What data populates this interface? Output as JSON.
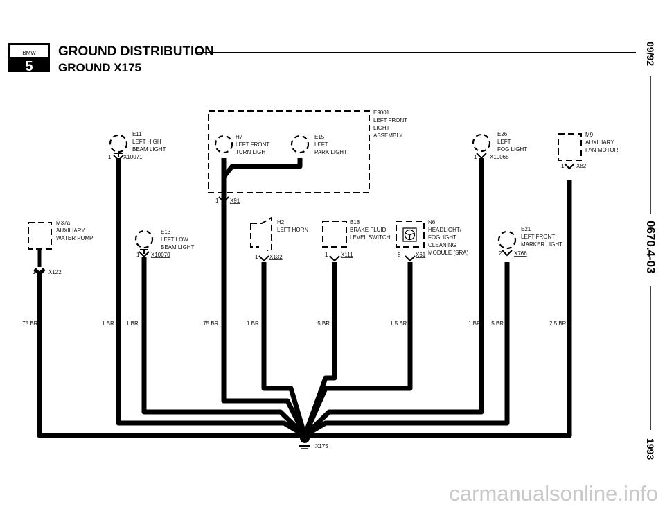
{
  "header": {
    "logo_top": "BMW",
    "logo_bottom": "5",
    "title": "GROUND DISTRIBUTION",
    "subtitle": "GROUND X175"
  },
  "side": {
    "date": "09/92",
    "code": "0670.4-03",
    "year": "1993"
  },
  "components": {
    "e11": {
      "id": "E11",
      "l1": "LEFT HIGH",
      "l2": "BEAM LIGHT",
      "pin": "1",
      "conn": "X10071"
    },
    "e13": {
      "id": "E13",
      "l1": "LEFT LOW",
      "l2": "BEAM LIGHT",
      "pin": "1",
      "conn": "X10070"
    },
    "m37a": {
      "id": "M37a",
      "l1": "AUXILIARY",
      "l2": "WATER PUMP",
      "pin": "1",
      "conn": "X122"
    },
    "h7": {
      "id": "H7",
      "l1": "LEFT FRONT",
      "l2": "TURN LIGHT"
    },
    "e15": {
      "id": "E15",
      "l1": "LEFT",
      "l2": "PARK LIGHT"
    },
    "e9001": {
      "id": "E9001",
      "l1": "LEFT FRONT",
      "l2": "LIGHT",
      "l3": "ASSEMBLY",
      "pin": "1",
      "conn": "X91"
    },
    "h2": {
      "id": "H2",
      "l1": "LEFT HORN",
      "pin": "1",
      "conn": "X132"
    },
    "b18": {
      "id": "B18",
      "l1": "BRAKE FLUID",
      "l2": "LEVEL SWITCH",
      "pin": "1",
      "conn": "X111"
    },
    "n6": {
      "id": "N6",
      "l1": "HEADLIGHT/",
      "l2": "FOGLIGHT",
      "l3": "CLEANING",
      "l4": "MODULE (SRA)",
      "pin": "8",
      "conn": "X61"
    },
    "e26": {
      "id": "E26",
      "l1": "LEFT",
      "l2": "FOG LIGHT",
      "pin": "1",
      "conn": "X10068"
    },
    "e21": {
      "id": "E21",
      "l1": "LEFT FRONT",
      "l2": "MARKER LIGHT",
      "pin": "2",
      "conn": "X766"
    },
    "m9": {
      "id": "M9",
      "l1": "AUXILIARY",
      "l2": "FAN MOTOR",
      "pin": "1",
      "conn": "X82"
    }
  },
  "wires": [
    ".75 BR",
    "1 BR",
    "1 BR",
    ".75 BR",
    "1 BR",
    ".5 BR",
    "1.5 BR",
    "1 BR",
    ".5 BR",
    "2.5 BR"
  ],
  "ground": {
    "conn": "X175"
  },
  "watermark": "carmanualsonline.info"
}
